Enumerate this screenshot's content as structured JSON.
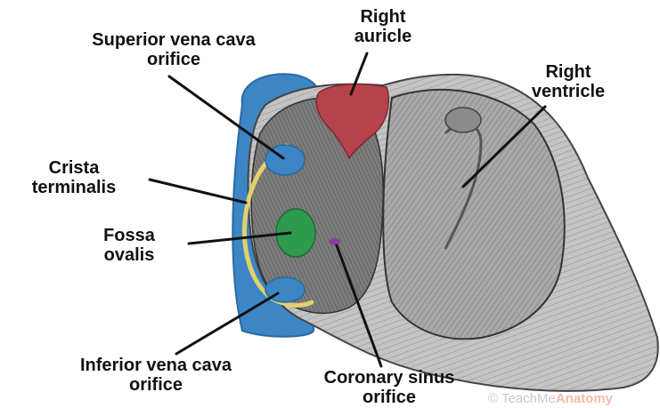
{
  "labels": {
    "superior_vena_cava": [
      "Superior vena cava",
      "orifice"
    ],
    "right_auricle": [
      "Right",
      "auricle"
    ],
    "right_ventricle": [
      "Right",
      "ventricle"
    ],
    "crista_terminalis": [
      "Crista",
      "terminalis"
    ],
    "fossa_ovalis": [
      "Fossa",
      "ovalis"
    ],
    "inferior_vena_cava": [
      "Inferior vena cava",
      "orifice"
    ],
    "coronary_sinus": [
      "Coronary sinus",
      "orifice"
    ]
  },
  "watermark": {
    "prefix": "TeachMe",
    "brand": "Anatomy"
  },
  "colors": {
    "vena_cava_blue": "#3d86c6",
    "auricle_red": "#b6434c",
    "fossa_green": "#2e9a4e",
    "crista_yellow": "#e2d16a",
    "coronary_purple": "#8a3fa0",
    "tissue_gray": "#9a9a9a"
  }
}
